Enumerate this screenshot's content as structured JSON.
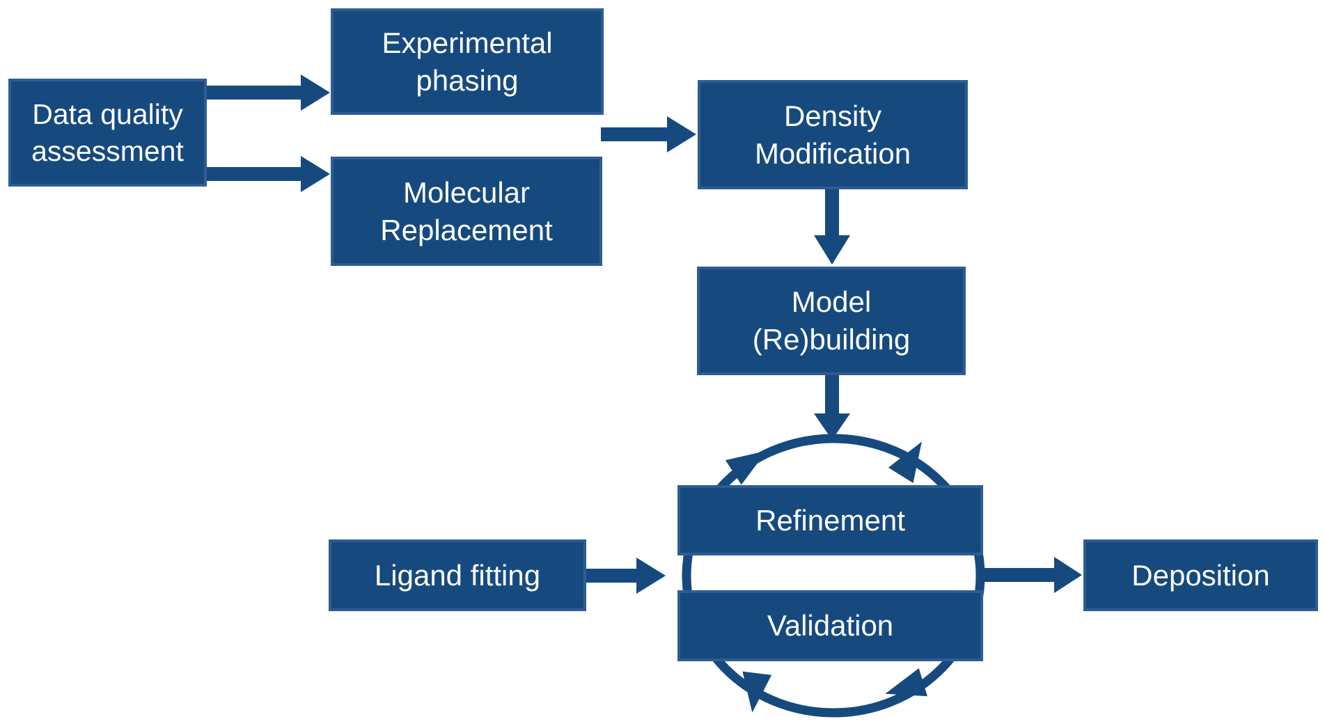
{
  "colors": {
    "box_fill": "#164A7F",
    "box_border": "#2E5C94",
    "arrow": "#164A7F",
    "text": "#FFFFFF",
    "background": "#FFFFFF"
  },
  "diagram": {
    "type": "flowchart",
    "nodes": [
      {
        "id": "data-quality-assessment",
        "label": "Data quality\nassessment"
      },
      {
        "id": "experimental-phasing",
        "label": "Experimental\nphasing"
      },
      {
        "id": "molecular-replacement",
        "label": "Molecular\nReplacement"
      },
      {
        "id": "density-modification",
        "label": "Density\nModification"
      },
      {
        "id": "model-rebuilding",
        "label": "Model\n(Re)building"
      },
      {
        "id": "refinement",
        "label": "Refinement"
      },
      {
        "id": "validation",
        "label": "Validation"
      },
      {
        "id": "ligand-fitting",
        "label": "Ligand fitting"
      },
      {
        "id": "deposition",
        "label": "Deposition"
      }
    ],
    "edges": [
      {
        "from": "Data quality assessment",
        "to": "Experimental phasing"
      },
      {
        "from": "Data quality assessment",
        "to": "Molecular Replacement"
      },
      {
        "from": "Experimental phasing / Molecular Replacement",
        "to": "Density Modification"
      },
      {
        "from": "Density Modification",
        "to": "Model (Re)building"
      },
      {
        "from": "Model (Re)building",
        "to": "Refinement / Validation cycle"
      },
      {
        "from": "Ligand fitting",
        "to": "Refinement / Validation cycle"
      },
      {
        "from": "Refinement / Validation cycle",
        "to": "Deposition"
      }
    ],
    "cycle": {
      "members": [
        "Refinement",
        "Validation"
      ],
      "direction": "clockwise"
    }
  }
}
